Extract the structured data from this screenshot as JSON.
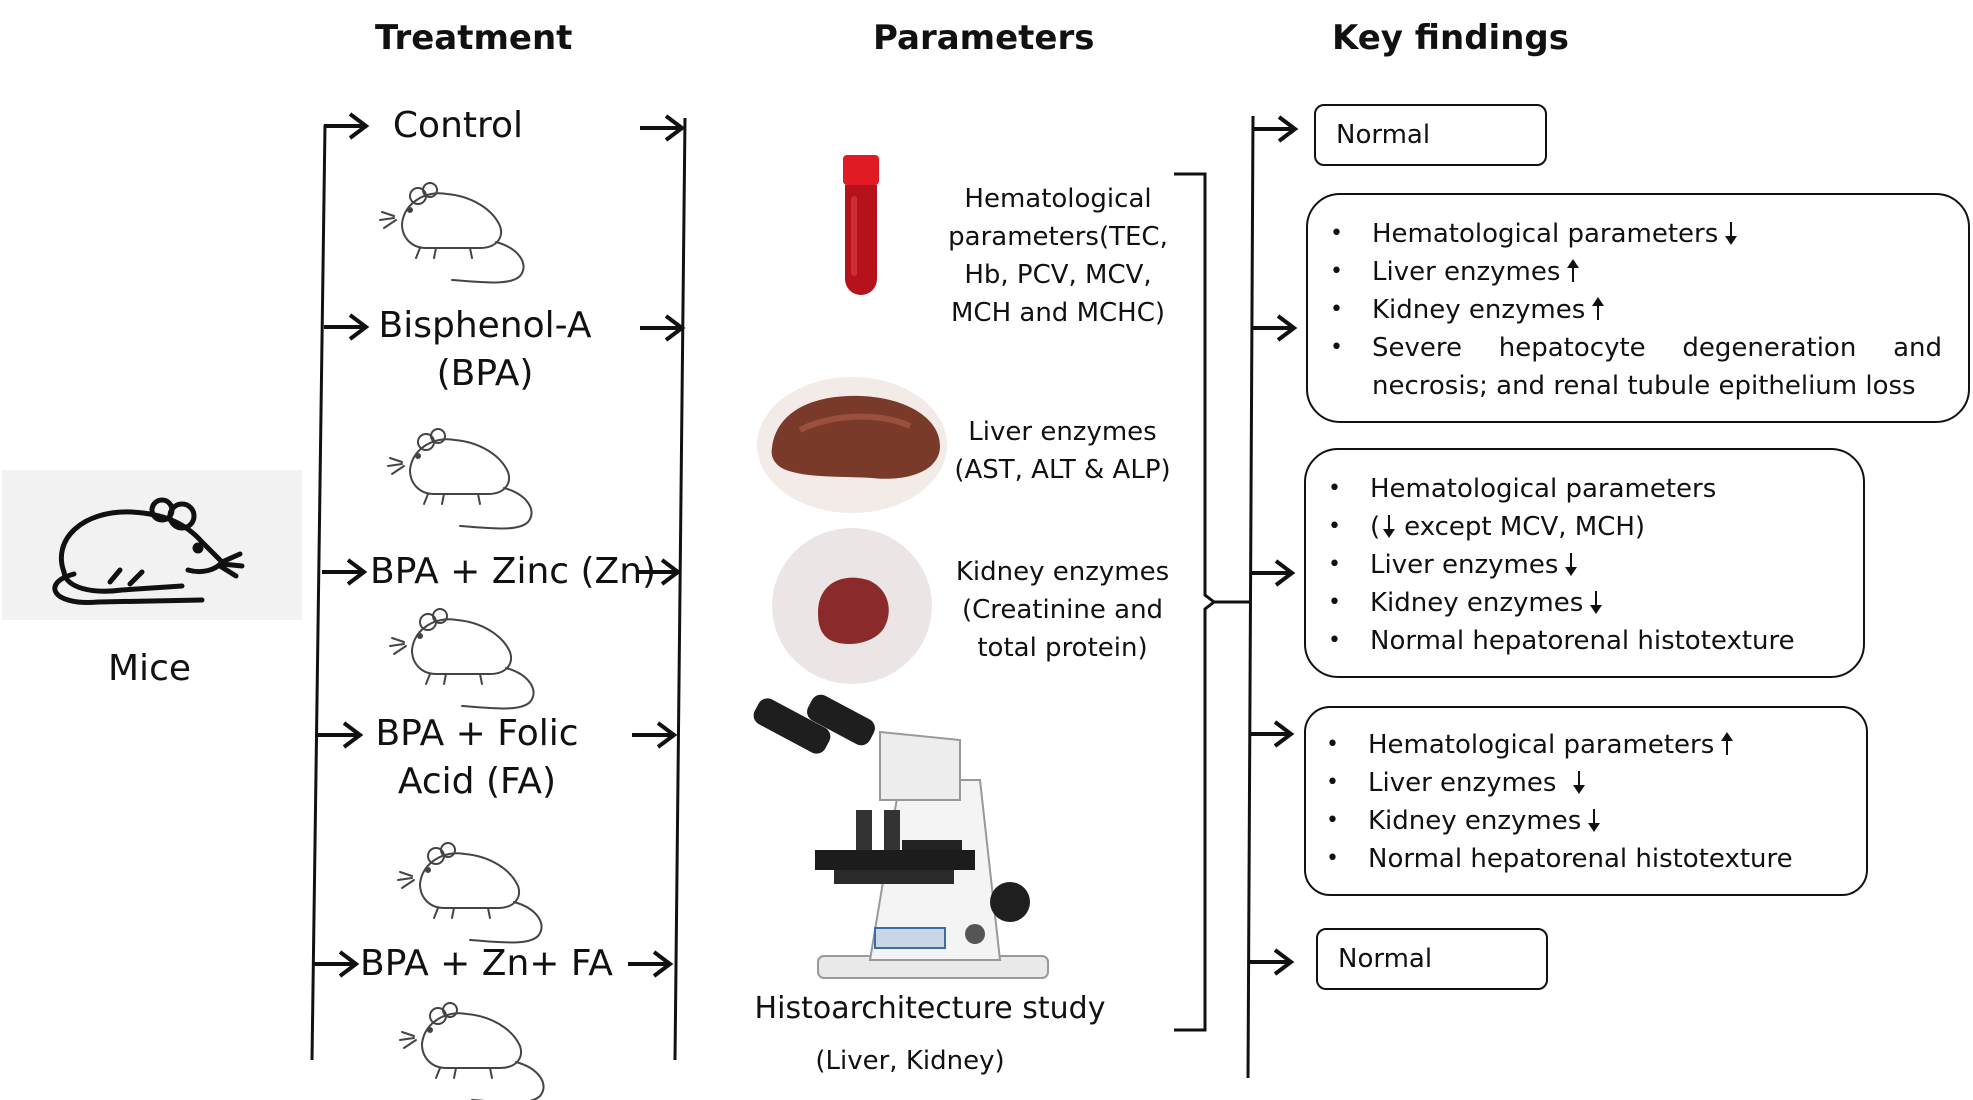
{
  "headers": {
    "treatment": "Treatment",
    "parameters": "Parameters",
    "key_findings": "Key findings"
  },
  "subject": {
    "label": "Mice",
    "icon": "mouse-icon"
  },
  "treatments": [
    {
      "label": "Control"
    },
    {
      "label": "Bisphenol-A\n(BPA)"
    },
    {
      "label": "BPA + Zinc (Zn)"
    },
    {
      "label": "BPA + Folic\nAcid (FA)"
    },
    {
      "label": "BPA + Zn+ FA"
    }
  ],
  "parameters": [
    {
      "label": "Hematological\nparameters(TEC,\nHb, PCV, MCV,\nMCH and MCHC)",
      "icon": "blood-tube-icon"
    },
    {
      "label": "Liver enzymes\n(AST, ALT & ALP)",
      "icon": "liver-icon"
    },
    {
      "label": "Kidney enzymes\n(Creatinine and\ntotal protein)",
      "icon": "kidney-icon"
    },
    {
      "label": "Histoarchitecture study",
      "sublabel": "(Liver, Kidney)",
      "icon": "microscope-icon"
    }
  ],
  "findings": [
    {
      "type": "text",
      "text": "Normal"
    },
    {
      "type": "list",
      "items": [
        {
          "text": "Hematological parameters",
          "arrow": "down"
        },
        {
          "text": "Liver enzymes",
          "arrow": "up"
        },
        {
          "text": "Kidney enzymes",
          "arrow": "up"
        },
        {
          "text": "Severe hepatocyte degeneration and necrosis; and renal tubule epithelium loss",
          "arrow": ""
        }
      ]
    },
    {
      "type": "list",
      "items": [
        {
          "text": "Hematological parameters",
          "arrow": ""
        },
        {
          "text": "except MCV, MCH)",
          "arrow": "",
          "prefix": "(",
          "prefix_arrow": "down"
        },
        {
          "text": "Liver enzymes",
          "arrow": "down"
        },
        {
          "text": "Kidney enzymes",
          "arrow": "down"
        },
        {
          "text": "Normal hepatorenal histotexture",
          "arrow": ""
        }
      ]
    },
    {
      "type": "list",
      "items": [
        {
          "text": "Hematological parameters",
          "arrow": "up"
        },
        {
          "text": "Liver enzymes",
          "arrow": "down"
        },
        {
          "text": "Kidney enzymes",
          "arrow": "down"
        },
        {
          "text": "Normal hepatorenal histotexture",
          "arrow": ""
        }
      ]
    },
    {
      "type": "text",
      "text": "Normal"
    }
  ],
  "colors": {
    "line": "#111111",
    "blood": "#b5121b",
    "cap": "#e01b24",
    "liver": "#7a3a2a",
    "kidney": "#8a2a2a",
    "panel": "#f2f2f2"
  }
}
